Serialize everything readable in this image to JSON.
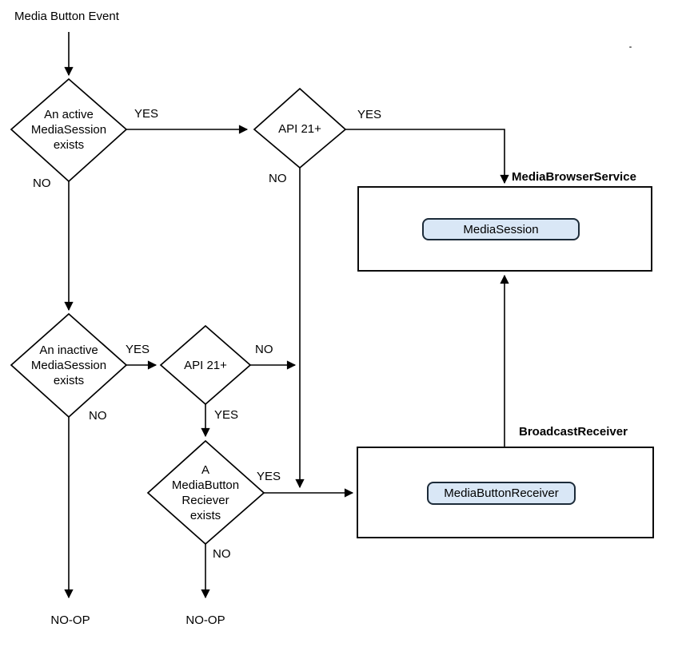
{
  "start": {
    "label": "Media Button Event"
  },
  "decisions": {
    "active_session": "An active\nMediaSession\nexists",
    "api21_top": "API 21+",
    "inactive_session": "An inactive\nMediaSession\nexists",
    "api21_mid": "API 21+",
    "receiver_exists": "A\nMediaButton\nReciever\nexists"
  },
  "edges": {
    "active_yes": "YES",
    "active_no": "NO",
    "api21_top_yes": "YES",
    "api21_top_no": "NO",
    "inactive_yes": "YES",
    "inactive_no": "NO",
    "api21_mid_no": "NO",
    "api21_mid_yes": "YES",
    "receiver_yes": "YES",
    "receiver_no": "NO"
  },
  "containers": {
    "media_browser_service": {
      "label": "MediaBrowserService",
      "child": "MediaSession"
    },
    "broadcast_receiver": {
      "label": "BroadcastReceiver",
      "child": "MediaButtonReceiver"
    }
  },
  "terminals": {
    "noop_left": "NO-OP",
    "noop_right": "NO-OP"
  },
  "colors": {
    "line": "#000000",
    "shape_fill": "#ffffff",
    "pill_fill": "#d9e7f6",
    "pill_border": "#1c2b39",
    "text": "#000000"
  }
}
